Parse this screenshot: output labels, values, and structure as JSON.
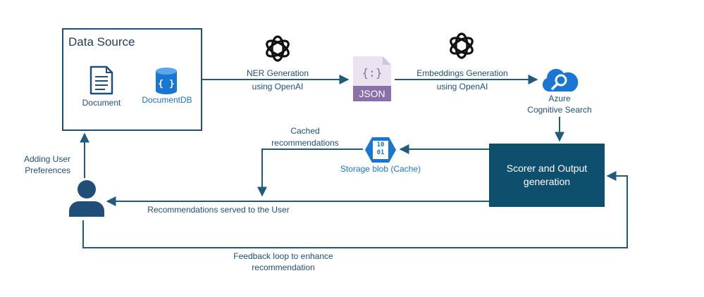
{
  "data_source": {
    "title": "Data Source",
    "document_label": "Document",
    "documentdb_label": "DocumentDB"
  },
  "ner": {
    "line1": "NER Generation",
    "line2": "using OpenAI"
  },
  "json_icon": {
    "text": "JSON"
  },
  "embeddings": {
    "line1": "Embeddings  Generation",
    "line2": "using OpenAI"
  },
  "azure": {
    "line1": "Azure",
    "line2": "Cognitive Search"
  },
  "scorer": {
    "line1": "Scorer and Output",
    "line2": "generation"
  },
  "cache": {
    "line1": "Cached",
    "line2": "recommendations",
    "blob_label": "Storage blob (Cache)",
    "blob_glyph_1": "10",
    "blob_glyph_2": "01"
  },
  "user": {
    "pref_line1": "Adding User",
    "pref_line2": "Preferences"
  },
  "served": {
    "text": "Recommendations served to the User"
  },
  "feedback": {
    "line1": "Feedback loop to enhance",
    "line2": "recommendation"
  },
  "colors": {
    "line": "#1f5a80",
    "dark_box": "#0f4f6e",
    "accent_blue": "#1976d2",
    "json_purple": "#8a6fa8",
    "json_bg": "#e9e4ef"
  },
  "icons": [
    "document-icon",
    "documentdb-icon",
    "openai-logo-icon",
    "json-file-icon",
    "azure-search-icon",
    "storage-blob-icon",
    "user-icon"
  ]
}
